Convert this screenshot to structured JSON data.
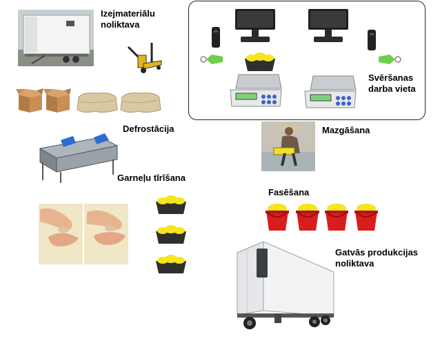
{
  "labels": {
    "raw_storage": [
      "Izejmateriālu",
      "noliktava"
    ],
    "weighing": [
      "Svēršanas",
      "darba vieta"
    ],
    "defrost": "Defrostācija",
    "washing": "Mazgāšana",
    "peeling": "Garneļu tīrīšana",
    "packing": "Fasēšana",
    "product_storage": [
      "Gatvās produkcijas",
      "noliktava"
    ]
  },
  "colors": {
    "frame": "#222222",
    "bucket_red": "#d91c1c",
    "shrimp_yellow": "#f6e51b",
    "scale_display": "#7fd07a",
    "tag_green": "#6ccf4a"
  },
  "icons": {
    "raw_storage": "container-trailer-icon",
    "forklift": "pallet-jack-icon",
    "boxes": "cardboard-box-icon",
    "sacks": "sack-icon",
    "monitor": "monitor-icon",
    "reader": "card-reader-icon",
    "tag": "rfid-tag-icon",
    "scale": "weighing-scale-icon",
    "tray": "shrimp-tray-icon",
    "defrost_machine": "conveyor-machine-icon",
    "washer": "worker-washing-icon",
    "peeling_photo": "hands-peeling-icon",
    "bucket": "bucket-icon",
    "truck": "refrigerated-trailer-icon"
  }
}
